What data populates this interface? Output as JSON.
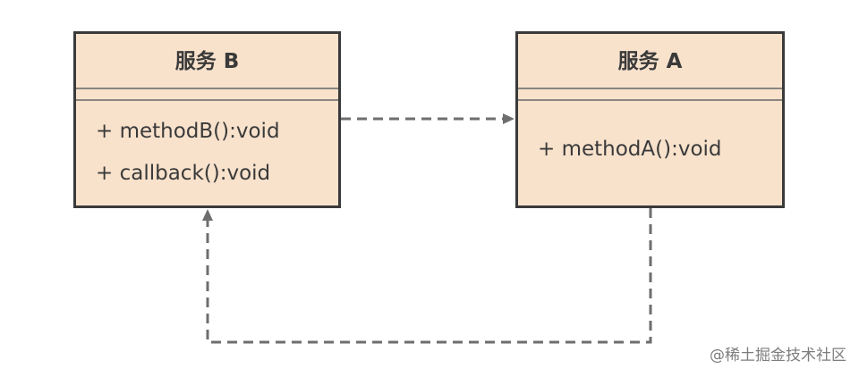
{
  "diagram": {
    "classes": {
      "service_b": {
        "name": "服务 B",
        "methods": [
          "+ methodB():void",
          "+ callback():void"
        ]
      },
      "service_a": {
        "name": "服务 A",
        "methods": [
          "+ methodA():void"
        ]
      }
    },
    "connectors": [
      {
        "from": "service_b",
        "to": "service_a",
        "style": "dashed",
        "arrow": "open-arrow"
      },
      {
        "from": "service_a",
        "to": "service_b",
        "style": "dashed",
        "arrow": "open-arrow"
      }
    ],
    "colors": {
      "class_fill": "#f8e2cc",
      "class_border": "#3a3a3a",
      "connector": "#6e6e6e",
      "text": "#3a3a3a"
    }
  },
  "watermark": "@稀土掘金技术社区"
}
